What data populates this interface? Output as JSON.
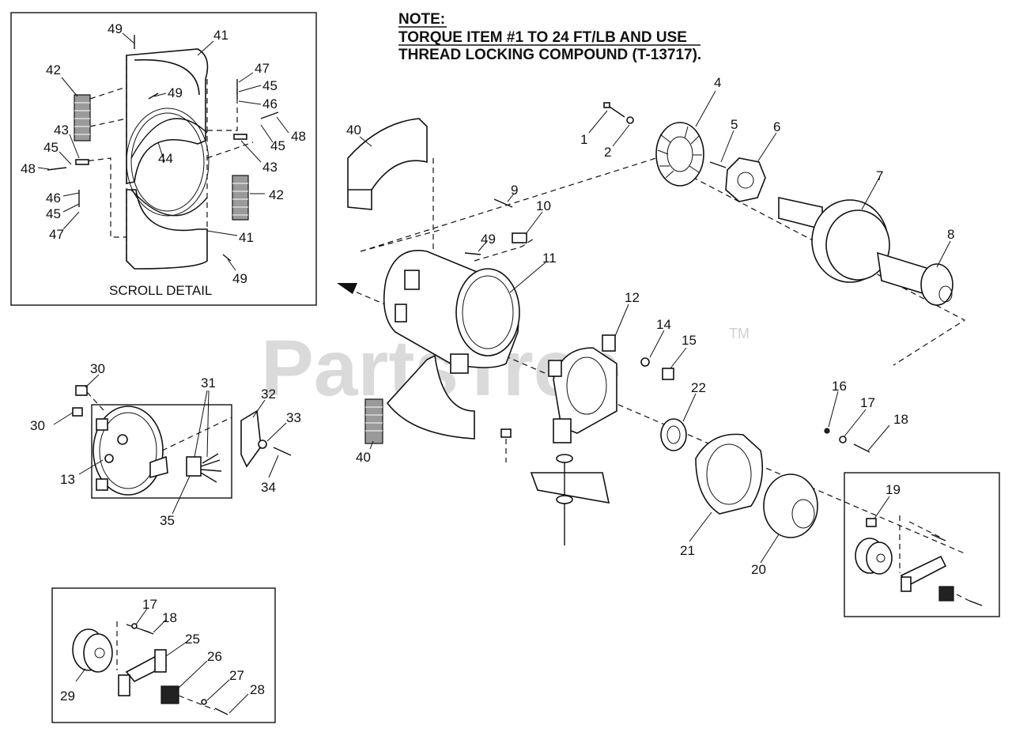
{
  "note": {
    "heading": "NOTE:",
    "line1": "TORQUE ITEM #1 TO 24 FT/LB AND USE",
    "line2": "THREAD LOCKING COMPOUND (T-13717)."
  },
  "scroll_detail": {
    "caption": "SCROLL DETAIL",
    "labels": [
      "49",
      "41",
      "42",
      "49",
      "47",
      "45",
      "46",
      "48",
      "45",
      "43",
      "44",
      "43",
      "45",
      "48",
      "46",
      "45",
      "47",
      "42",
      "41",
      "49"
    ]
  },
  "main_labels": [
    "1",
    "2",
    "4",
    "5",
    "6",
    "7",
    "8",
    "9",
    "10",
    "49",
    "11",
    "12",
    "14",
    "15",
    "22",
    "16",
    "17",
    "18",
    "40",
    "40",
    "21",
    "20",
    "19"
  ],
  "brush_labels": [
    "30",
    "30",
    "13",
    "31",
    "32",
    "33",
    "34",
    "35"
  ],
  "inset_labels": [
    "17",
    "18",
    "25",
    "26",
    "27",
    "28",
    "29"
  ],
  "watermark": {
    "text": "PartsTree",
    "tm": "TM"
  }
}
